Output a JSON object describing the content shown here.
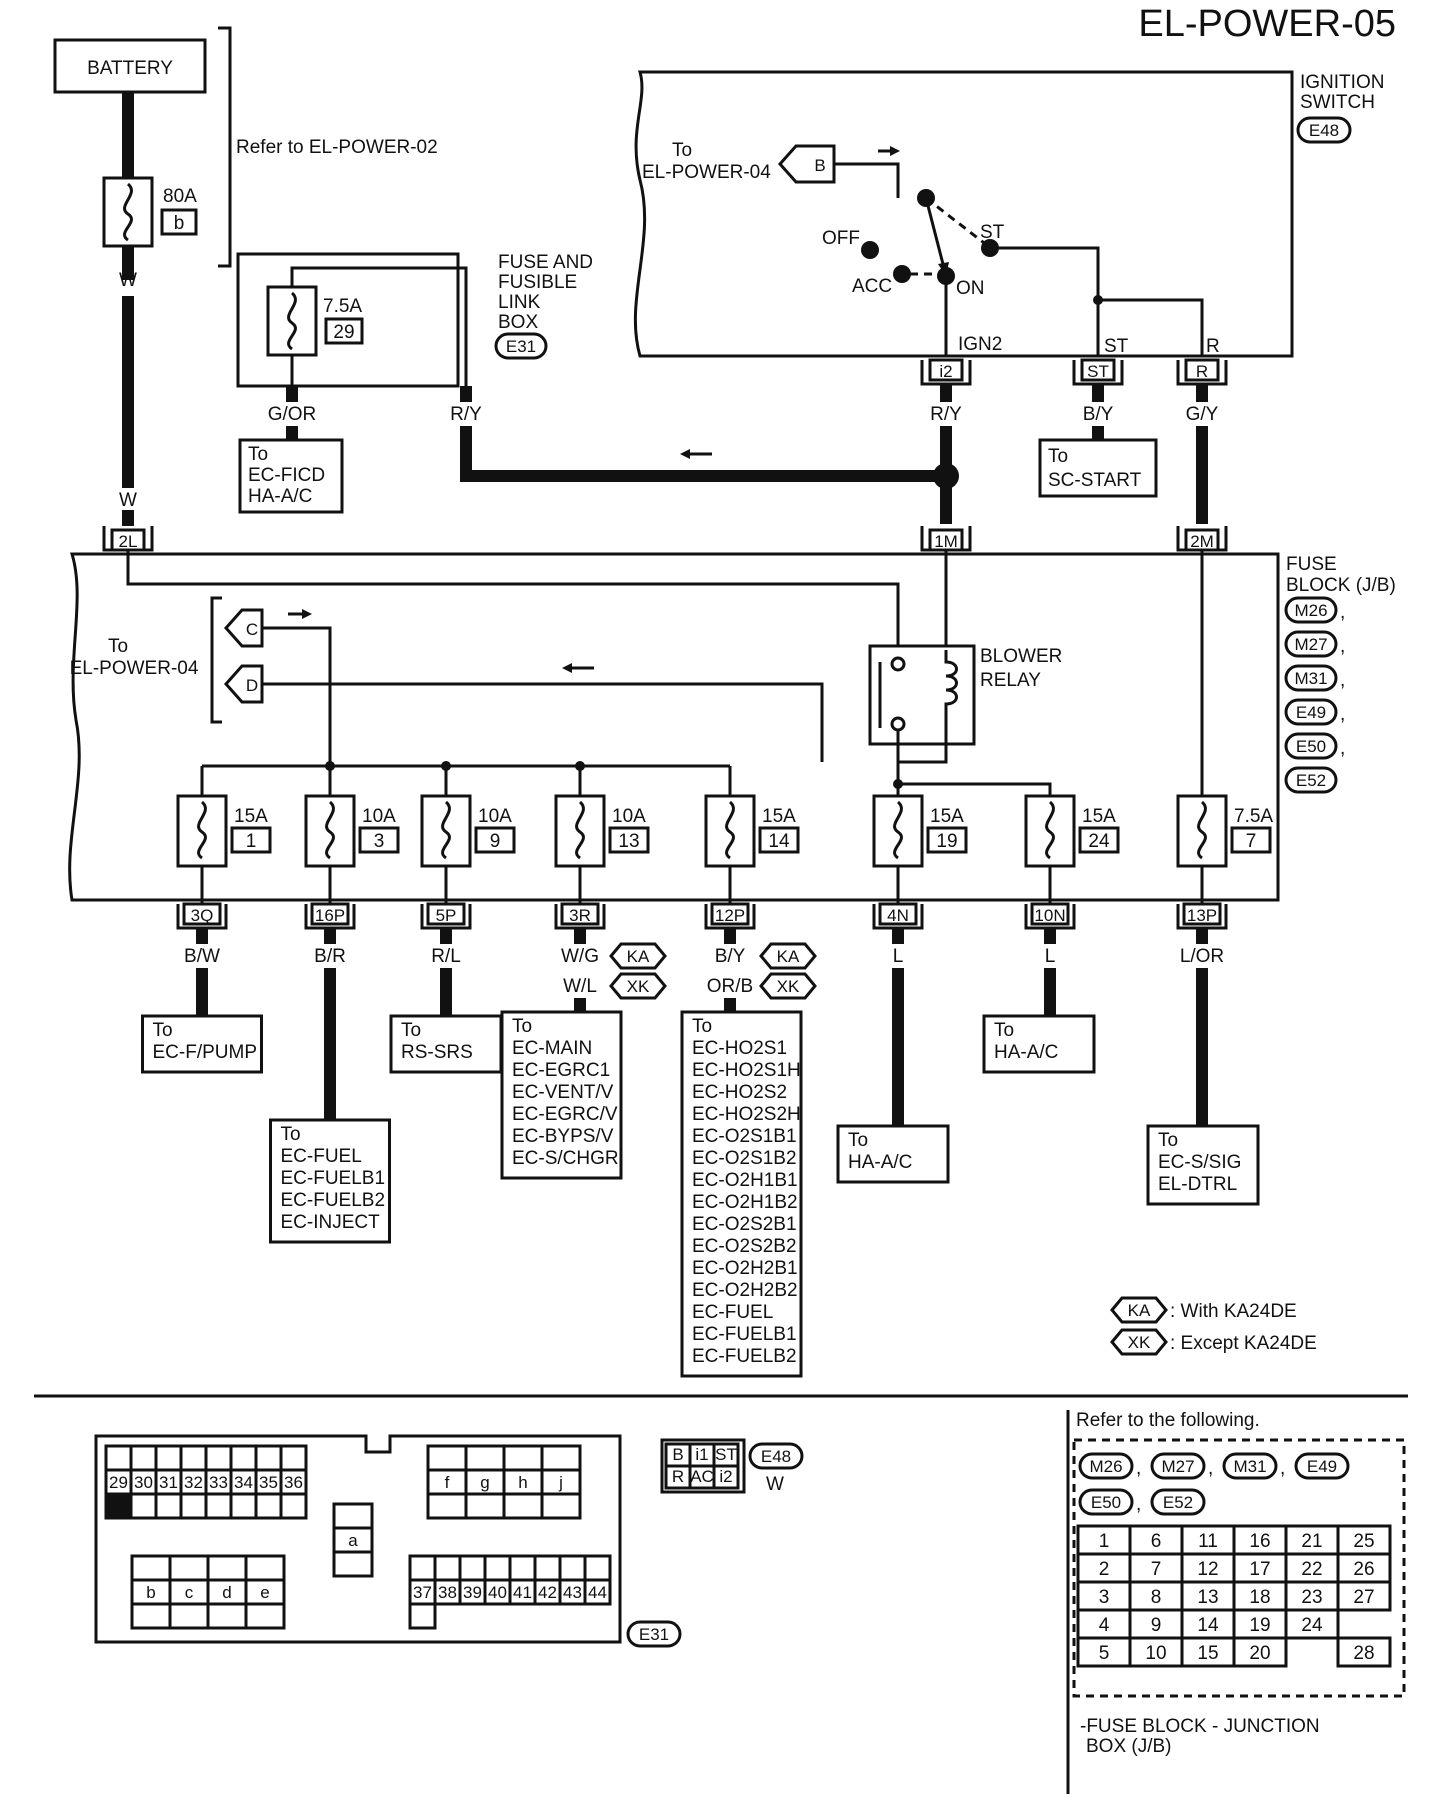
{
  "page_title": "EL-POWER-05",
  "battery": {
    "label": "BATTERY",
    "fuse_amp": "80A",
    "fuse_id": "b",
    "wire_top": "W",
    "wire_bottom": "W",
    "connector": "2L",
    "refer": "Refer to EL-POWER-02"
  },
  "fuse_box": {
    "title_lines": [
      "FUSE AND",
      "FUSIBLE",
      "LINK",
      "BOX"
    ],
    "code": "E31",
    "fuse_amp": "7.5A",
    "fuse_id": "29",
    "wire_left": "G/OR",
    "wire_right": "R/Y",
    "dest_lines": [
      "To",
      "EC-FICD",
      "HA-A/C"
    ]
  },
  "ignition": {
    "title_lines": [
      "IGNITION",
      "SWITCH"
    ],
    "code": "E48",
    "to_lines": [
      "To",
      "EL-POWER-04"
    ],
    "arrow_B": "B",
    "pos_off": "OFF",
    "pos_acc": "ACC",
    "pos_on": "ON",
    "pos_st": "ST",
    "term_ign2": "IGN2",
    "term_st": "ST",
    "term_r": "R",
    "conn_i2": "i2",
    "conn_st": "ST",
    "conn_r": "R",
    "wire_i2": "R/Y",
    "wire_st": "B/Y",
    "wire_r": "G/Y",
    "st_dest_lines": [
      "To",
      "SC-START"
    ],
    "conn_1m": "1M",
    "conn_2m": "2M"
  },
  "fuse_block": {
    "title_lines": [
      "FUSE",
      "BLOCK (J/B)"
    ],
    "codes": [
      "M26",
      "M27",
      "M31",
      "E49",
      "E50",
      "E52"
    ],
    "to_lines": [
      "To",
      "EL-POWER-04"
    ],
    "arrow_C": "C",
    "arrow_D": "D",
    "relay_lines": [
      "BLOWER",
      "RELAY"
    ]
  },
  "fuses": [
    {
      "amp": "15A",
      "num": "1",
      "conn": "3Q",
      "wire": "B/W",
      "dest": [
        "To",
        "EC-F/PUMP"
      ]
    },
    {
      "amp": "10A",
      "num": "3",
      "conn": "16P",
      "wire": "B/R",
      "dest": [
        "To",
        "EC-FUEL",
        "EC-FUELB1",
        "EC-FUELB2",
        "EC-INJECT"
      ]
    },
    {
      "amp": "10A",
      "num": "9",
      "conn": "5P",
      "wire": "R/L",
      "dest": [
        "To",
        "RS-SRS"
      ]
    },
    {
      "amp": "10A",
      "num": "13",
      "conn": "3R",
      "wire": "W/G",
      "wire2": "W/L",
      "tag1": "KA",
      "tag2": "XK",
      "dest": [
        "To",
        "EC-MAIN",
        "EC-EGRC1",
        "EC-VENT/V",
        "EC-EGRC/V",
        "EC-BYPS/V",
        "EC-S/CHGR"
      ]
    },
    {
      "amp": "15A",
      "num": "14",
      "conn": "12P",
      "wire": "B/Y",
      "wire2": "OR/B",
      "tag1": "KA",
      "tag2": "XK",
      "dest": [
        "To",
        "EC-HO2S1",
        "EC-HO2S1H",
        "EC-HO2S2",
        "EC-HO2S2H",
        "EC-O2S1B1",
        "EC-O2S1B2",
        "EC-O2H1B1",
        "EC-O2H1B2",
        "EC-O2S2B1",
        "EC-O2S2B2",
        "EC-O2H2B1",
        "EC-O2H2B2",
        "EC-FUEL",
        "EC-FUELB1",
        "EC-FUELB2"
      ]
    },
    {
      "amp": "15A",
      "num": "19",
      "conn": "4N",
      "wire": "L",
      "dest": [
        "To",
        "HA-A/C"
      ]
    },
    {
      "amp": "15A",
      "num": "24",
      "conn": "10N",
      "wire": "L",
      "dest": [
        "To",
        "HA-A/C"
      ]
    },
    {
      "amp": "7.5A",
      "num": "7",
      "conn": "13P",
      "wire": "L/OR",
      "dest": [
        "To",
        "EC-S/SIG",
        "EL-DTRL"
      ]
    }
  ],
  "legend": {
    "ka_tag": "KA",
    "ka_text": ": With KA24DE",
    "xk_tag": "XK",
    "xk_text": ": Except KA24DE"
  },
  "e31_connector": {
    "code": "E31",
    "top_left": [
      "29",
      "30",
      "31",
      "32",
      "33",
      "34",
      "35",
      "36"
    ],
    "top_right": [
      "f",
      "g",
      "h",
      "j"
    ],
    "middle": "a",
    "bottom_left": [
      "b",
      "c",
      "d",
      "e"
    ],
    "bottom_right": [
      "37",
      "38",
      "39",
      "40",
      "41",
      "42",
      "43",
      "44"
    ]
  },
  "e48_connector": {
    "code": "E48",
    "color": "W",
    "row1": [
      "B",
      "i1",
      "ST"
    ],
    "row2": [
      "R",
      "AC",
      "i2"
    ]
  },
  "refer_panel": {
    "title": "Refer to the following.",
    "codes": [
      "M26",
      "M27",
      "M31",
      "E49",
      "E50",
      "E52"
    ],
    "grid": [
      [
        "1",
        "6",
        "11",
        "16",
        "21",
        "25"
      ],
      [
        "2",
        "7",
        "12",
        "17",
        "22",
        "26"
      ],
      [
        "3",
        "8",
        "13",
        "18",
        "23",
        "27"
      ],
      [
        "4",
        "9",
        "14",
        "19",
        "24",
        ""
      ],
      [
        "5",
        "10",
        "15",
        "20",
        "",
        "28"
      ]
    ],
    "caption_lines": [
      "-FUSE BLOCK - JUNCTION",
      "BOX (J/B)"
    ]
  }
}
